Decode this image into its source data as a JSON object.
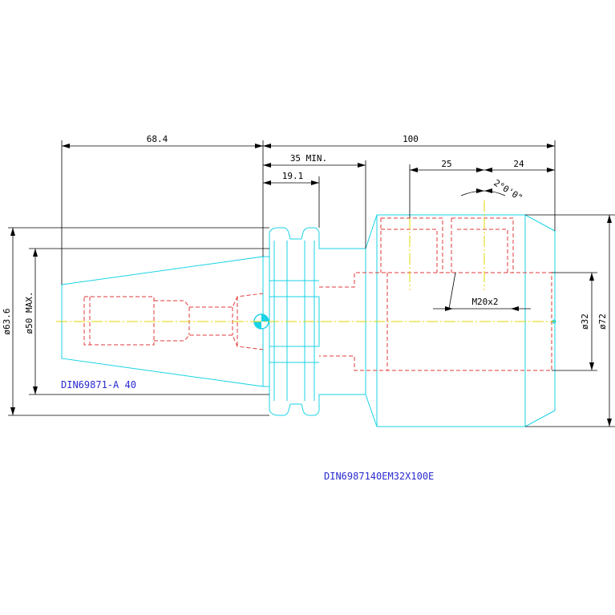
{
  "drawing": {
    "colors": {
      "outline": "#19d3e6",
      "hidden": "#e23a3a",
      "centerline": "#e6d600",
      "dimension": "#000000",
      "label": "#2b2bd0"
    },
    "dimensions": {
      "taper_length": "68.4",
      "overall_length": "100",
      "min_length": "35 MIN.",
      "flange_length": "19.1",
      "len_25": "25",
      "len_24": "24",
      "angle": "2°0'0\"",
      "thread": "M20x2",
      "dia_63_6": "ø63.6",
      "dia_50": "ø50 MAX.",
      "dia_32": "ø32",
      "dia_72": "ø72"
    },
    "labels": {
      "standard": "DIN69871-A 40",
      "part_number": "DIN6987140EM32X100E"
    }
  }
}
